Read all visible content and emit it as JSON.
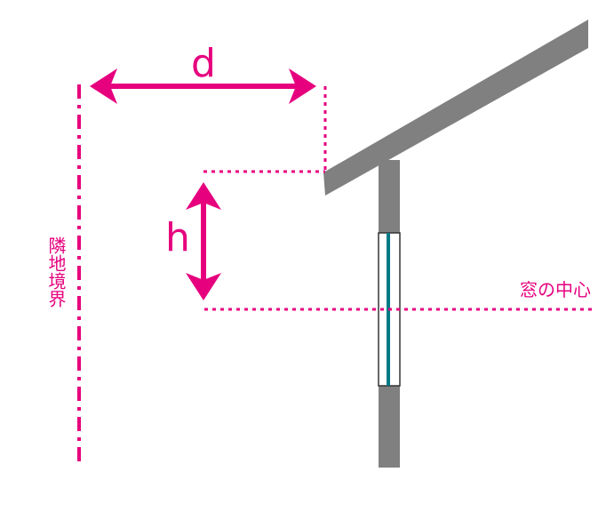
{
  "labels": {
    "distance": "d",
    "height": "h",
    "window_center": "窓の中心",
    "boundary": "隣地境界"
  },
  "colors": {
    "accent": "#e6007e",
    "wall": "#808080",
    "glass": "#007a85"
  }
}
